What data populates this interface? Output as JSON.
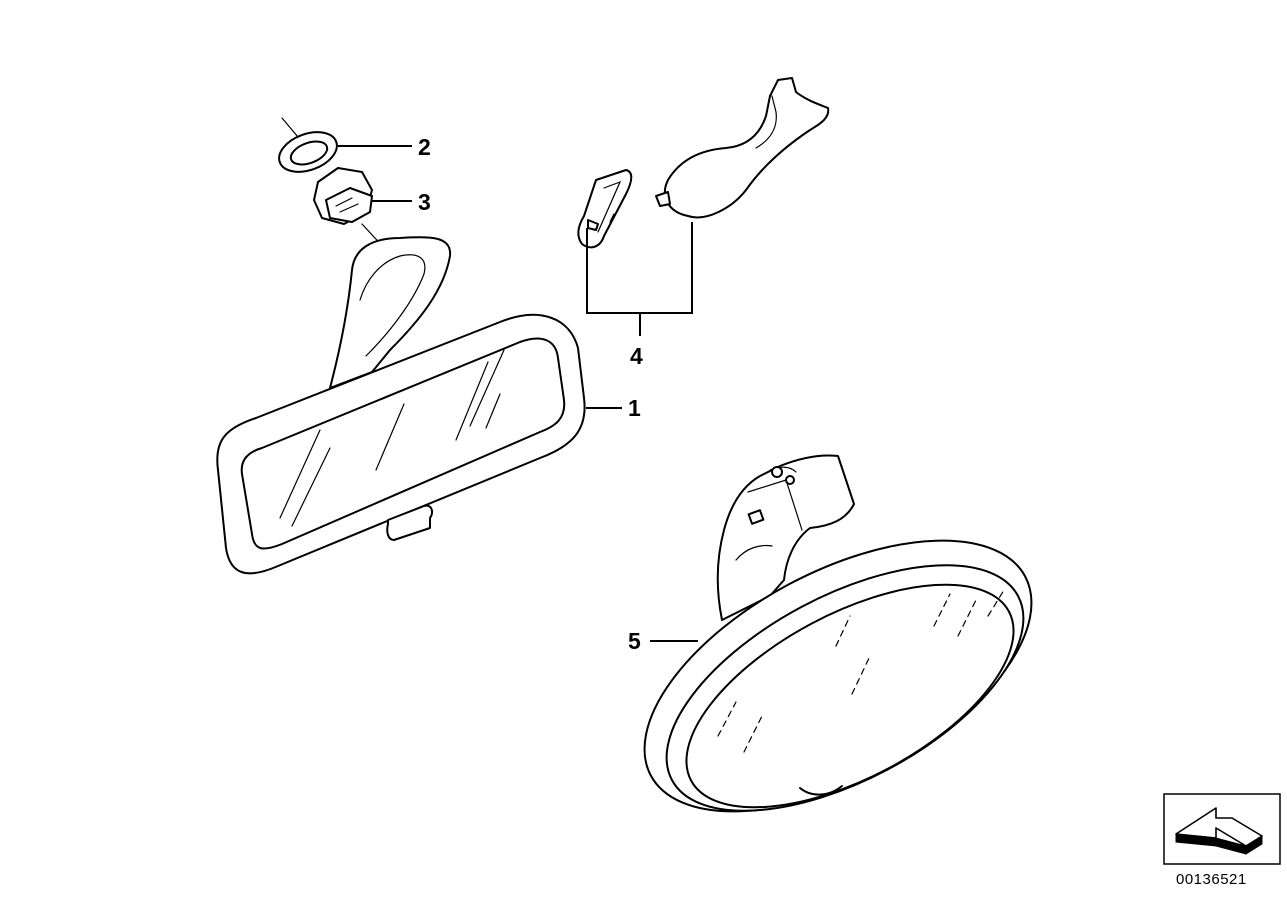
{
  "callouts": {
    "part_1": "1",
    "part_2": "2",
    "part_3": "3",
    "part_4": "4",
    "part_5": "5"
  },
  "document_number": "00136521",
  "icons": {
    "orientation": "direction-arrow-icon"
  },
  "colors": {
    "line": "#000000",
    "background": "#ffffff"
  }
}
